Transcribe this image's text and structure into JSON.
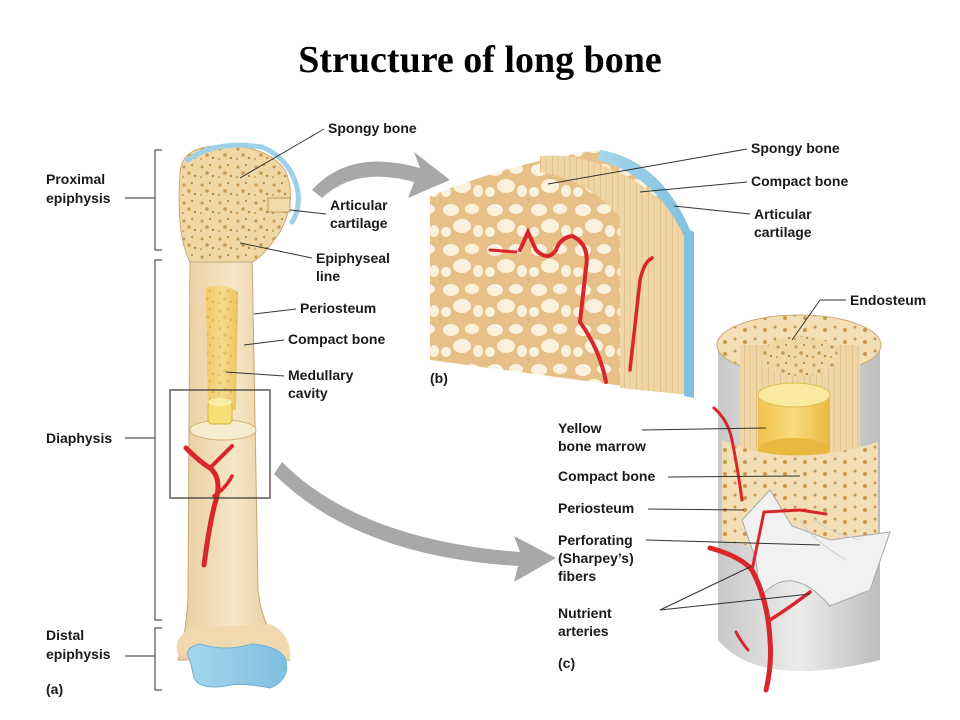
{
  "title": "Structure of long bone",
  "colors": {
    "bone_light": "#f4dfb4",
    "bone_mid": "#e9c98f",
    "marrow_yellow": "#f0d060",
    "cartilage_blue": "#a8d4ea",
    "artery_red": "#d8262a",
    "periosteum_gray": "#dcdcdc",
    "arrow_gray": "#a8a8a8"
  },
  "panel_a": {
    "tag": "(a)",
    "brackets": {
      "proximal": [
        "Proximal",
        "epiphysis"
      ],
      "diaphysis": "Diaphysis",
      "distal": [
        "Distal",
        "epiphysis"
      ]
    },
    "labels": {
      "spongy": "Spongy bone",
      "articular": [
        "Articular",
        "cartilage"
      ],
      "epiphyseal": [
        "Epiphyseal",
        "line"
      ],
      "periosteum": "Periosteum",
      "compact": "Compact bone",
      "medullary": [
        "Medullary",
        "cavity"
      ]
    }
  },
  "panel_b": {
    "tag": "(b)",
    "labels": {
      "spongy": "Spongy bone",
      "compact": "Compact bone",
      "articular": [
        "Articular",
        "cartilage"
      ]
    }
  },
  "panel_c": {
    "tag": "(c)",
    "labels": {
      "endosteum": "Endosteum",
      "yellow_marrow": [
        "Yellow",
        "bone marrow"
      ],
      "compact": "Compact bone",
      "periosteum": "Periosteum",
      "perforating": [
        "Perforating",
        "(Sharpey’s)",
        "fibers"
      ],
      "nutrient": [
        "Nutrient",
        "arteries"
      ]
    }
  }
}
